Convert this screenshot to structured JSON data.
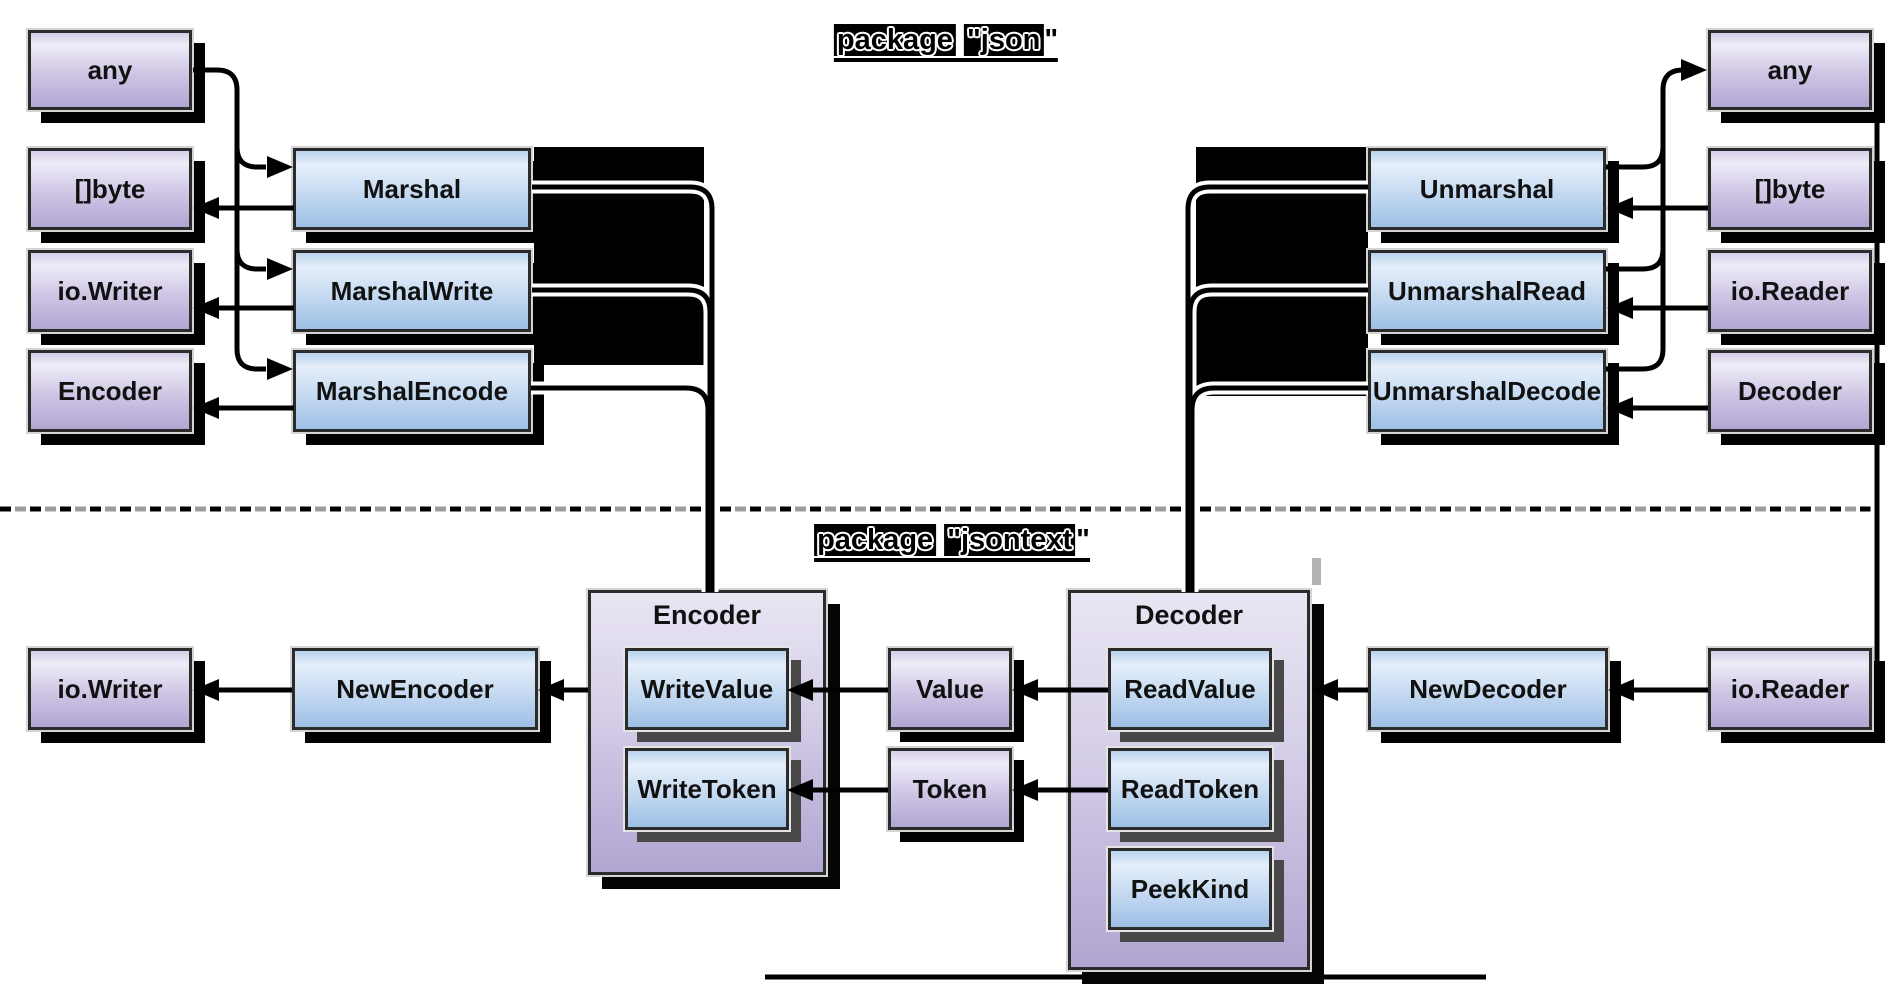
{
  "titles": {
    "json": {
      "prefix": "package",
      "name": "\"json",
      "suffix": "\""
    },
    "jsontext": {
      "prefix": "package",
      "name": "\"jsontext",
      "suffix": "\""
    }
  },
  "nodes": {
    "any_left": "any",
    "byte_left": "[]byte",
    "iowriter_left": "io.Writer",
    "encoder_left": "Encoder",
    "marshal": "Marshal",
    "marshal_write": "MarshalWrite",
    "marshal_encode": "MarshalEncode",
    "unmarshal": "Unmarshal",
    "unmarshal_read": "UnmarshalRead",
    "unmarshal_decode": "UnmarshalDecode",
    "any_right": "any",
    "byte_right": "[]byte",
    "ioreader_right": "io.Reader",
    "decoder_right": "Decoder",
    "encoder_container": "Encoder",
    "decoder_container": "Decoder",
    "write_value": "WriteValue",
    "write_token": "WriteToken",
    "read_value": "ReadValue",
    "read_token": "ReadToken",
    "peek_kind": "PeekKind",
    "value": "Value",
    "token": "Token",
    "new_encoder": "NewEncoder",
    "new_decoder": "NewDecoder",
    "iowriter_bottom": "io.Writer",
    "ioreader_bottom": "io.Reader"
  },
  "edges": [
    [
      "any",
      "Marshal"
    ],
    [
      "any",
      "MarshalWrite"
    ],
    [
      "any",
      "MarshalEncode"
    ],
    [
      "Marshal",
      "[]byte"
    ],
    [
      "MarshalWrite",
      "io.Writer"
    ],
    [
      "MarshalEncode",
      "Encoder"
    ],
    [
      "[]byte",
      "Unmarshal"
    ],
    [
      "io.Reader",
      "UnmarshalRead"
    ],
    [
      "Decoder",
      "UnmarshalDecode"
    ],
    [
      "Unmarshal",
      "any"
    ],
    [
      "UnmarshalRead",
      "any"
    ],
    [
      "UnmarshalDecode",
      "any"
    ],
    [
      "Marshal",
      "jsontext.Encoder"
    ],
    [
      "MarshalWrite",
      "jsontext.Encoder"
    ],
    [
      "MarshalEncode",
      "jsontext.Encoder"
    ],
    [
      "Unmarshal",
      "jsontext.Decoder"
    ],
    [
      "UnmarshalRead",
      "jsontext.Decoder"
    ],
    [
      "UnmarshalDecode",
      "jsontext.Decoder"
    ],
    [
      "jsontext.Encoder",
      "NewEncoder"
    ],
    [
      "NewEncoder",
      "io.Writer"
    ],
    [
      "Value",
      "WriteValue"
    ],
    [
      "Token",
      "WriteToken"
    ],
    [
      "ReadValue",
      "Value"
    ],
    [
      "ReadToken",
      "Token"
    ],
    [
      "NewDecoder",
      "jsontext.Decoder"
    ],
    [
      "io.Reader",
      "NewDecoder"
    ]
  ],
  "colors": {
    "purple_box_bottom": "#b2a6d3",
    "purple_box_light": "#efecf8",
    "blue_box_bottom": "#9dc0e6",
    "blue_box_light": "#e6effa",
    "border": "#2b2b2b",
    "shadow": "#000000",
    "inner_shadow": "#484848",
    "dash_gray": "#9c9c9c",
    "line": "#000000"
  }
}
